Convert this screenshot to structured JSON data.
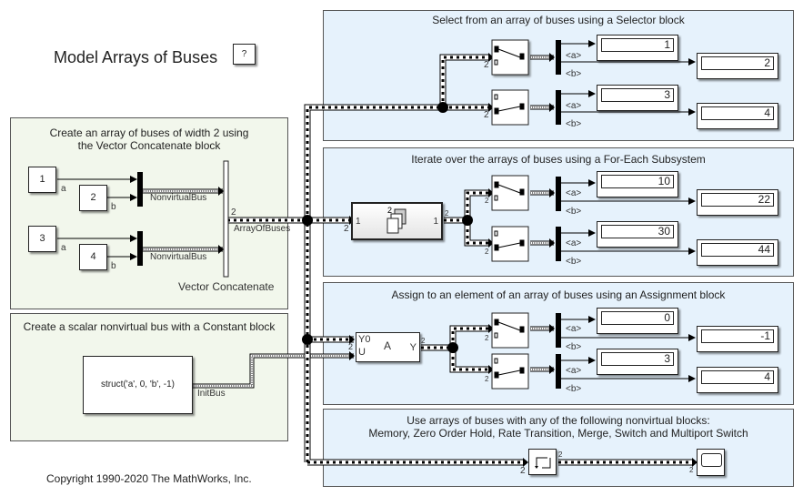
{
  "header": {
    "title": "Model Arrays of Buses",
    "help_label": "?"
  },
  "copyright": "Copyright 1990-2020 The MathWorks, Inc.",
  "areas": {
    "concat": {
      "title_line1": "Create an array of buses of width 2 using",
      "title_line2": "the Vector Concatenate block",
      "constants": [
        "1",
        "2",
        "3",
        "4"
      ],
      "signal_labels": [
        "a",
        "b",
        "a",
        "b"
      ],
      "bus_labels": [
        "NonvirtualBus",
        "NonvirtualBus"
      ],
      "output_label": "ArrayOfBuses",
      "width_label": "2",
      "block_label": "Vector Concatenate"
    },
    "constant": {
      "title": "Create a scalar nonvirtual bus with a Constant block",
      "value": "struct('a', 0, 'b', -1)",
      "output_label": "InitBus"
    },
    "selector": {
      "title": "Select from an array of buses using a Selector block",
      "displays": [
        "1",
        "2",
        "3",
        "4"
      ]
    },
    "foreach": {
      "title": "Iterate over the arrays of buses using a For-Each Subsystem",
      "port_in": "1",
      "port_out": "1",
      "displays": [
        "10",
        "22",
        "30",
        "44"
      ]
    },
    "assignment": {
      "title": "Assign to an element of an array of buses using an Assignment block",
      "port_y0": "Y0",
      "port_u": "U",
      "block_label": "A",
      "port_y": "Y",
      "displays": [
        "0",
        "-1",
        "3",
        "4"
      ]
    },
    "nonvirtual": {
      "title_line1": "Use arrays of buses with any of the following nonvirtual blocks:",
      "title_line2": "Memory, Zero Order Hold, Rate Transition, Merge, Switch and Multiport Switch"
    }
  },
  "labels": {
    "a": "<a>",
    "b": "<b>",
    "width": "2"
  }
}
